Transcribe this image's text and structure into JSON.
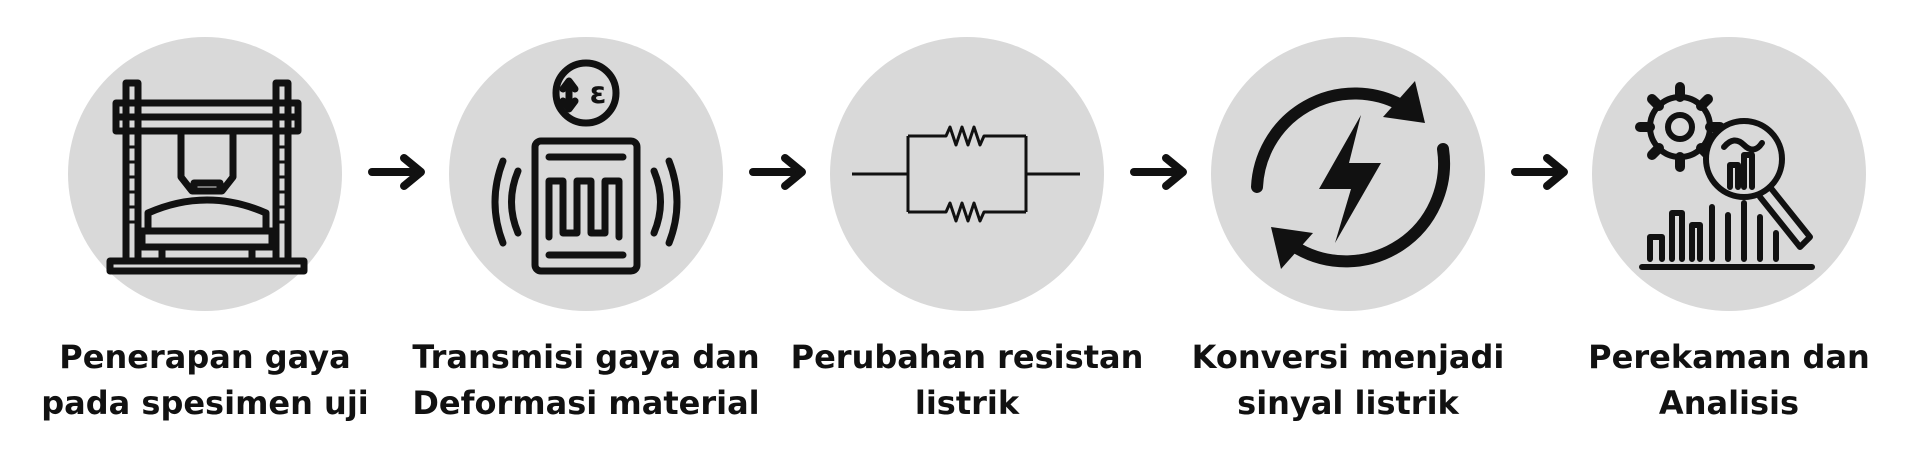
{
  "colors": {
    "circle": "#d9d9d9",
    "icon": "#111111",
    "text": "#111111",
    "background": "#ffffff"
  },
  "steps": [
    {
      "icon": "testing-machine-icon",
      "line1": "Penerapan gaya",
      "line2": "pada spesimen uji"
    },
    {
      "icon": "strain-gauge-icon",
      "line1": "Transmisi gaya dan",
      "line2": "Deformasi material",
      "symbol": "ε"
    },
    {
      "icon": "resistor-circuit-icon",
      "line1": "Perubahan resistan",
      "line2": "listrik"
    },
    {
      "icon": "electric-conversion-icon",
      "line1": "Konversi menjadi",
      "line2": "sinyal listrik"
    },
    {
      "icon": "analysis-icon",
      "line1": "Perekaman dan",
      "line2": "Analisis"
    }
  ],
  "arrows": [
    "right-arrow-icon",
    "right-arrow-icon",
    "right-arrow-icon",
    "right-arrow-icon"
  ]
}
